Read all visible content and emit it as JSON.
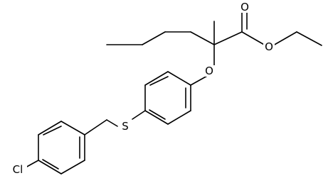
{
  "molecule": {
    "atoms": {
      "carbonyl_oxygen": "O",
      "ester_oxygen": "O",
      "ether_oxygen": "O",
      "sulfur": "S",
      "chlorine": "Cl"
    }
  },
  "colors": {
    "bond": "#000000",
    "label": "#000000",
    "background": "#ffffff"
  }
}
